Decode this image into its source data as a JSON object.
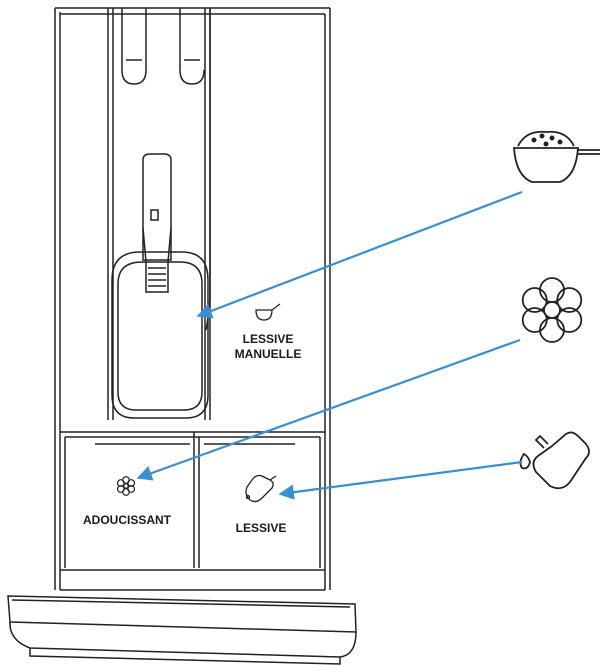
{
  "labels": {
    "manual_detergent_line1": "LESSIVE",
    "manual_detergent_line2": "MANUELLE",
    "softener": "ADOUCISSANT",
    "detergent": "LESSIVE"
  },
  "icons": {
    "powder_scoop": "powder-scoop-icon",
    "flower": "flower-icon",
    "liquid_bottle": "liquid-bottle-icon"
  },
  "colors": {
    "arrow": "#3a8fd0",
    "line": "#222222"
  }
}
